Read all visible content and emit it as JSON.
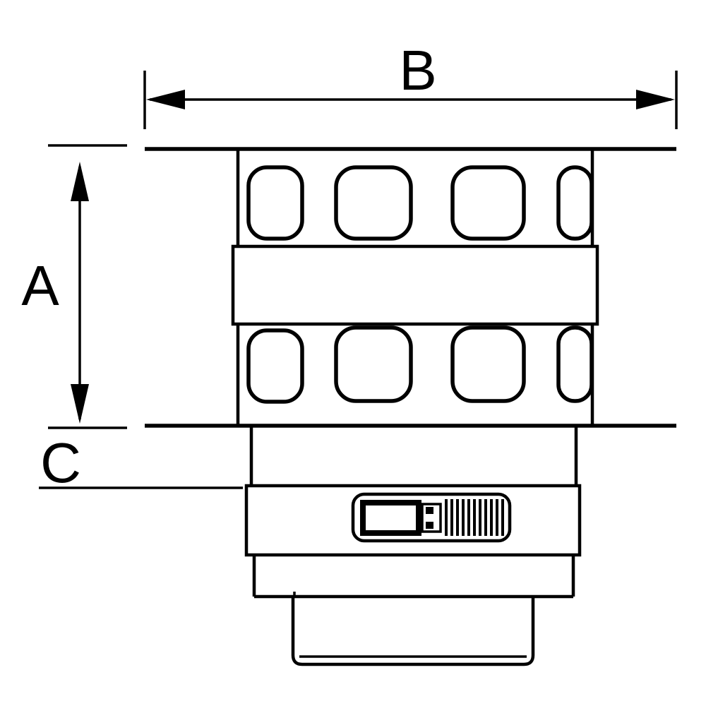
{
  "labels": {
    "dim_a": "A",
    "dim_b": "B",
    "dim_c": "C"
  },
  "colors": {
    "line": "#000000",
    "background": "#ffffff"
  }
}
